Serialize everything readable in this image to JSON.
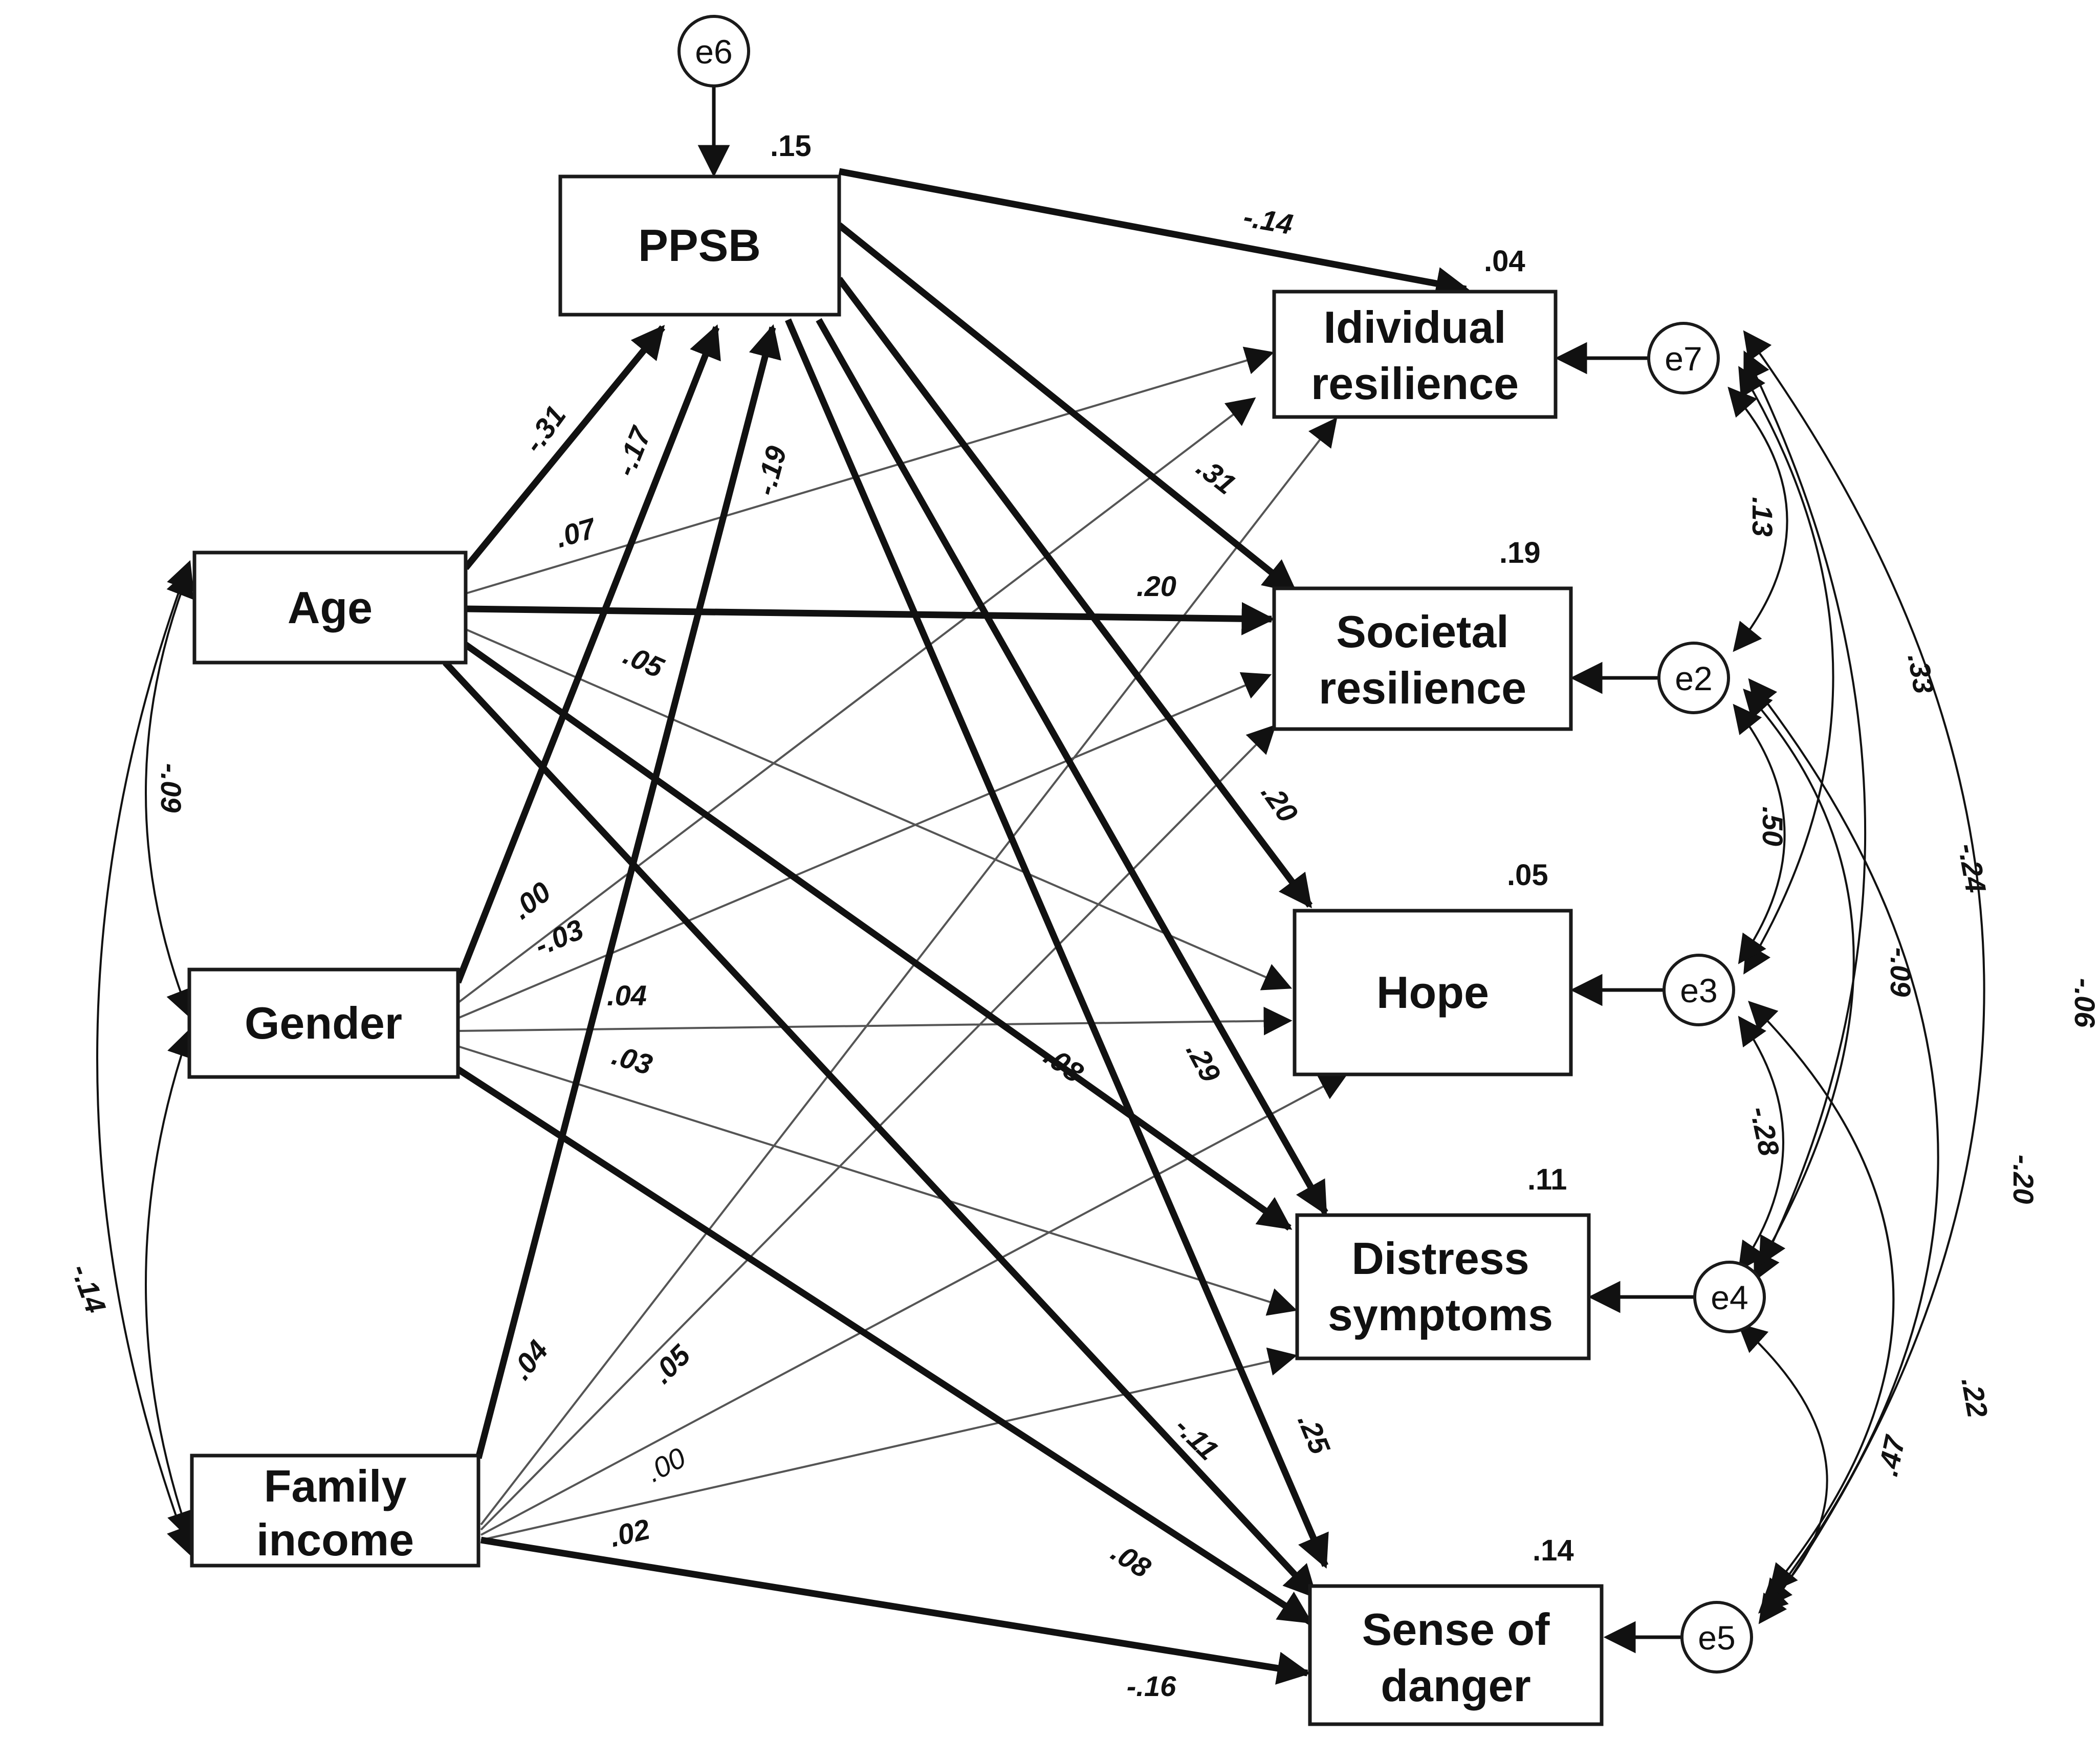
{
  "nodes": {
    "ppsb": {
      "label": "PPSB",
      "r2": ".15"
    },
    "age": {
      "label": "Age"
    },
    "gender": {
      "label": "Gender"
    },
    "income": {
      "label_line1": "Family",
      "label_line2": "income"
    },
    "indiv_res": {
      "label_line1": "Idividual",
      "label_line2": "resilience",
      "r2": ".04"
    },
    "soc_res": {
      "label_line1": "Societal",
      "label_line2": "resilience",
      "r2": ".19"
    },
    "hope": {
      "label": "Hope",
      "r2": ".05"
    },
    "distress": {
      "label_line1": "Distress",
      "label_line2": "symptoms",
      "r2": ".11"
    },
    "danger": {
      "label_line1": "Sense of",
      "label_line2": "danger",
      "r2": ".14"
    }
  },
  "errors": {
    "e6": "e6",
    "e7": "e7",
    "e2": "e2",
    "e3": "e3",
    "e4": "e4",
    "e5": "e5"
  },
  "coefficients": {
    "age_ppsb": "-.31",
    "gender_ppsb": "-.17",
    "income_ppsb": "-.19",
    "ppsb_indiv": "-.14",
    "ppsb_soc": ".31",
    "ppsb_hope": ".20",
    "ppsb_distress": ".29",
    "ppsb_danger": ".25",
    "age_indiv": ".07",
    "age_soc": ".20",
    "age_hope": ".05",
    "age_distress": "-.08",
    "age_danger": "-.11",
    "gender_indiv": ".00",
    "gender_soc": "-.03",
    "gender_hope": ".04",
    "gender_distress": ".03",
    "gender_danger": ".08",
    "income_indiv": ".04",
    "income_soc": ".05",
    "income_hope": ".00",
    "income_distress": ".02",
    "income_danger": "-.16",
    "cov_age_gender": "-.09",
    "cov_gender_income": "-.14",
    "cov_e7_e2": ".13",
    "cov_e7_e4": ".33",
    "cov_e7_e3": "-.24",
    "cov_e7_e5": "-.06",
    "cov_e2_e3": ".50",
    "cov_e2_e4": "-.09",
    "cov_e2_e5": "-.20",
    "cov_e3_e4": "-.28",
    "cov_e3_e5": ".22",
    "cov_e4_e5": ".47"
  }
}
